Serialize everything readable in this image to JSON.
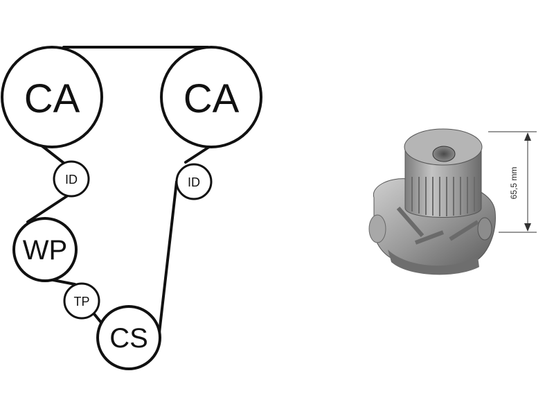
{
  "diagram": {
    "nodes": {
      "cam_left": {
        "label": "CA"
      },
      "cam_right": {
        "label": "CA"
      },
      "idler_left": {
        "label": "ID"
      },
      "idler_right": {
        "label": "ID"
      },
      "water_pump": {
        "label": "WP"
      },
      "tensioner": {
        "label": "TP"
      },
      "crankshaft": {
        "label": "CS"
      }
    }
  },
  "product": {
    "dimension_label": "65,5 mm",
    "colors": {
      "metal_light": "#b8b8b8",
      "metal_mid": "#8f8f8f",
      "metal_dark": "#5e5e5e"
    }
  }
}
